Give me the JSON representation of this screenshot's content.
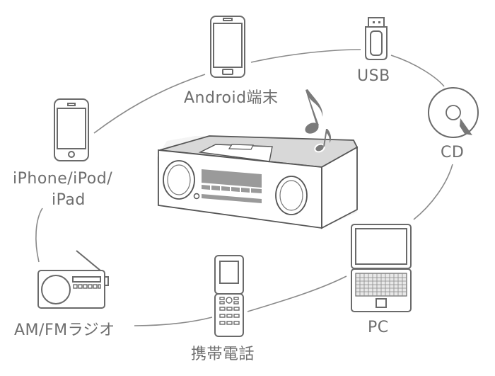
{
  "diagram": {
    "center": "audio-system",
    "sources": [
      {
        "id": "android",
        "label": "Android端末",
        "icon": "smartphone-icon"
      },
      {
        "id": "usb",
        "label": "USB",
        "icon": "usb-drive-icon"
      },
      {
        "id": "cd",
        "label": "CD",
        "icon": "cd-disc-icon"
      },
      {
        "id": "iphone",
        "label": "iPhone/iPod/",
        "label2": "iPad",
        "icon": "iphone-icon"
      },
      {
        "id": "radio",
        "label": "AM/FMラジオ",
        "icon": "radio-icon"
      },
      {
        "id": "mobile",
        "label": "携帯電話",
        "icon": "flip-phone-icon"
      },
      {
        "id": "pc",
        "label": "PC",
        "icon": "laptop-icon"
      }
    ]
  }
}
